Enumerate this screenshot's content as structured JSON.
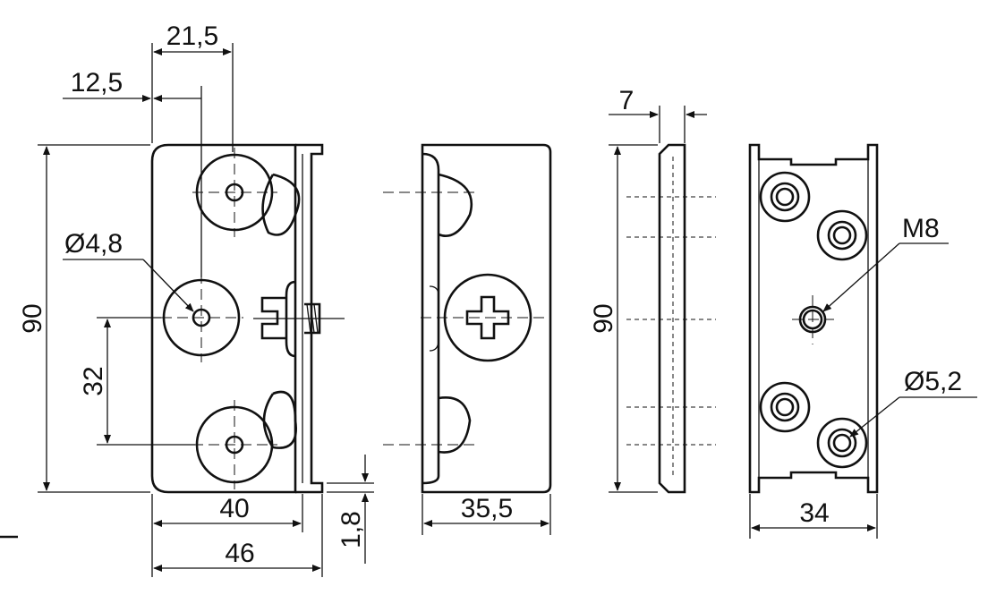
{
  "drawing": {
    "front_view": {
      "dim_hole_spacing_x": "21,5",
      "dim_hole_offset_x": "12,5",
      "dim_hole_diameter": "Ø4,8",
      "dim_height": "90",
      "dim_hole_spacing_y": "32",
      "dim_width_inner": "40",
      "dim_width_total": "46",
      "dim_flange_thickness": "1,8"
    },
    "side_view": {
      "dim_width": "35,5"
    },
    "edge_view": {
      "dim_thickness": "7",
      "dim_height": "90"
    },
    "back_view": {
      "thread_label": "M8",
      "dim_hole_diameter": "Ø5,2",
      "dim_width": "34"
    }
  }
}
